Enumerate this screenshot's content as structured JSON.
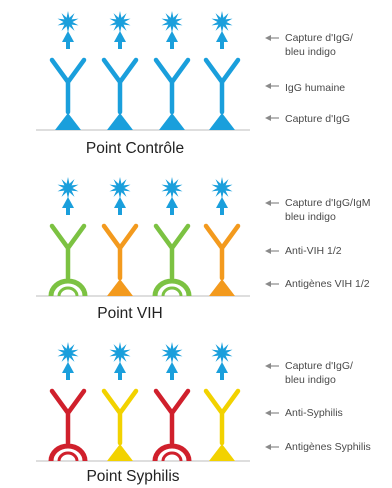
{
  "colors": {
    "blue": "#1a9fdc",
    "green": "#7cc242",
    "orange": "#f39a1e",
    "red": "#d0202c",
    "yellow": "#f2d200",
    "arrow": "#8a8a8a",
    "baseline": "#bdbdbd"
  },
  "panels": [
    {
      "title": "Point Contrôle",
      "labels": [
        "Capture d'IgG/",
        "bleu indigo",
        "IgG humaine",
        "Capture d'IgG"
      ],
      "antibody_colors": [
        "blue",
        "blue",
        "blue",
        "blue"
      ],
      "bottom": [
        {
          "kind": "triangle",
          "color": "blue"
        },
        {
          "kind": "triangle",
          "color": "blue"
        },
        {
          "kind": "triangle",
          "color": "blue"
        },
        {
          "kind": "triangle",
          "color": "blue"
        }
      ]
    },
    {
      "title": "Point VIH",
      "labels": [
        "Capture d'IgG/IgM",
        "bleu indigo",
        "Anti-VIH 1/2",
        "Antigènes VIH 1/2"
      ],
      "antibody_colors": [
        "green",
        "orange",
        "green",
        "orange"
      ],
      "bottom": [
        {
          "kind": "arc",
          "color": "green"
        },
        {
          "kind": "triangle",
          "color": "orange"
        },
        {
          "kind": "arc",
          "color": "green"
        },
        {
          "kind": "triangle",
          "color": "orange"
        }
      ]
    },
    {
      "title": "Point Syphilis",
      "labels": [
        "Capture d'IgG/",
        "bleu indigo",
        "Anti-Syphilis",
        "Antigènes Syphilis"
      ],
      "antibody_colors": [
        "red",
        "yellow",
        "red",
        "yellow"
      ],
      "bottom": [
        {
          "kind": "arc",
          "color": "red"
        },
        {
          "kind": "triangle",
          "color": "yellow"
        },
        {
          "kind": "arc",
          "color": "red"
        },
        {
          "kind": "triangle",
          "color": "yellow"
        }
      ]
    }
  ]
}
